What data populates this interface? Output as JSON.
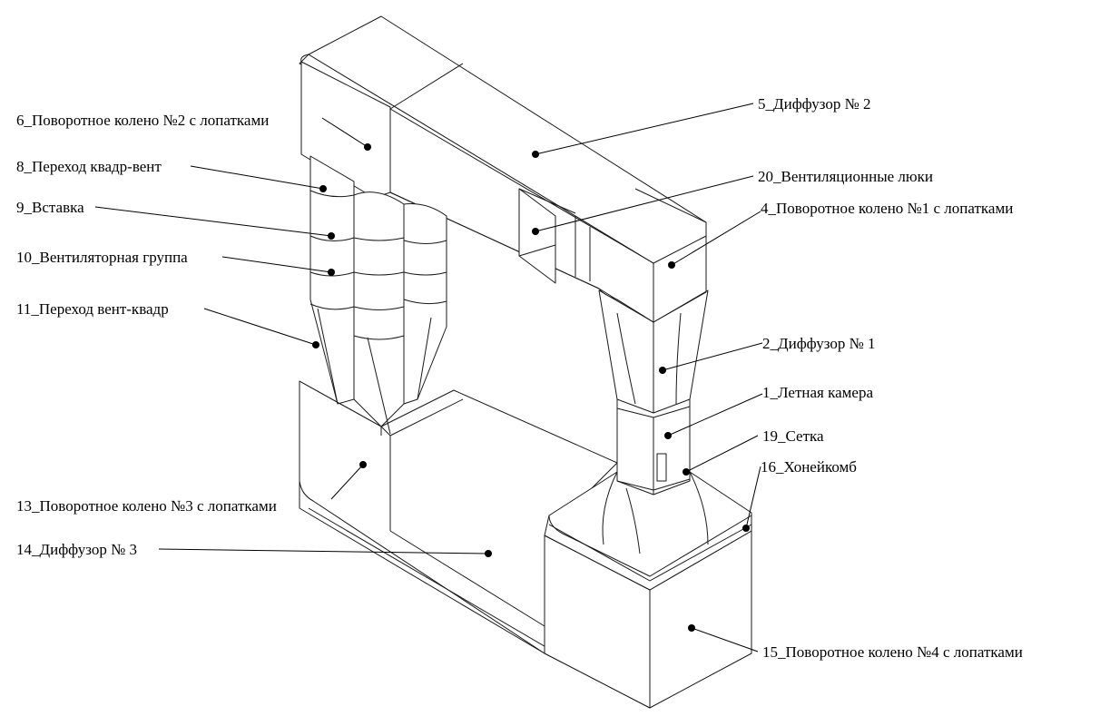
{
  "labels": [
    {
      "id": "l6",
      "text": "6_Поворотное колено №2 с лопатками"
    },
    {
      "id": "l8",
      "text": "8_Переход квадр-вент"
    },
    {
      "id": "l9",
      "text": "9_Вставка"
    },
    {
      "id": "l10",
      "text": "10_Вентиляторная группа"
    },
    {
      "id": "l11",
      "text": "11_Переход вент-квадр"
    },
    {
      "id": "l13",
      "text": "13_Поворотное колено №3 с лопатками"
    },
    {
      "id": "l14",
      "text": "14_Диффузор № 3"
    },
    {
      "id": "l5",
      "text": "5_Диффузор № 2"
    },
    {
      "id": "l20",
      "text": "20_Вентиляционные люки"
    },
    {
      "id": "l4",
      "text": "4_Поворотное колено №1 с лопатками"
    },
    {
      "id": "l2",
      "text": "2_Диффузор № 1"
    },
    {
      "id": "l1",
      "text": "1_Летная камера"
    },
    {
      "id": "l19",
      "text": "19_Сетка"
    },
    {
      "id": "l16",
      "text": "16_Хонейкомб"
    },
    {
      "id": "l15",
      "text": "15_Поворотное колено №4 с лопатками"
    }
  ]
}
